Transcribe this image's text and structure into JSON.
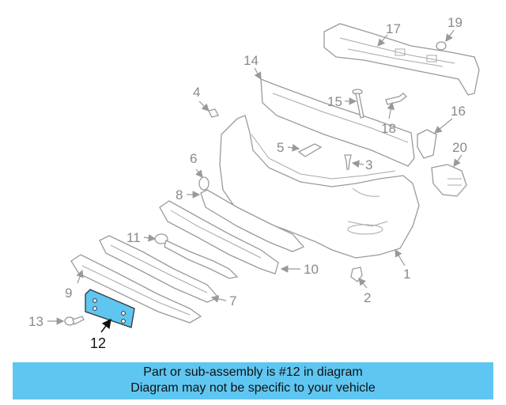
{
  "callouts": {
    "c1": "1",
    "c2": "2",
    "c3": "3",
    "c4": "4",
    "c5": "5",
    "c6": "6",
    "c7": "7",
    "c8": "8",
    "c9": "9",
    "c10": "10",
    "c11": "11",
    "c12": "12",
    "c13": "13",
    "c14": "14",
    "c15": "15",
    "c16": "16",
    "c17": "17",
    "c18": "18",
    "c19": "19",
    "c20": "20"
  },
  "highlight_color": "#5fc6f1",
  "banner": {
    "line1": "Part or sub-assembly is #12 in diagram",
    "line2": "Diagram may not be specific to your vehicle"
  }
}
